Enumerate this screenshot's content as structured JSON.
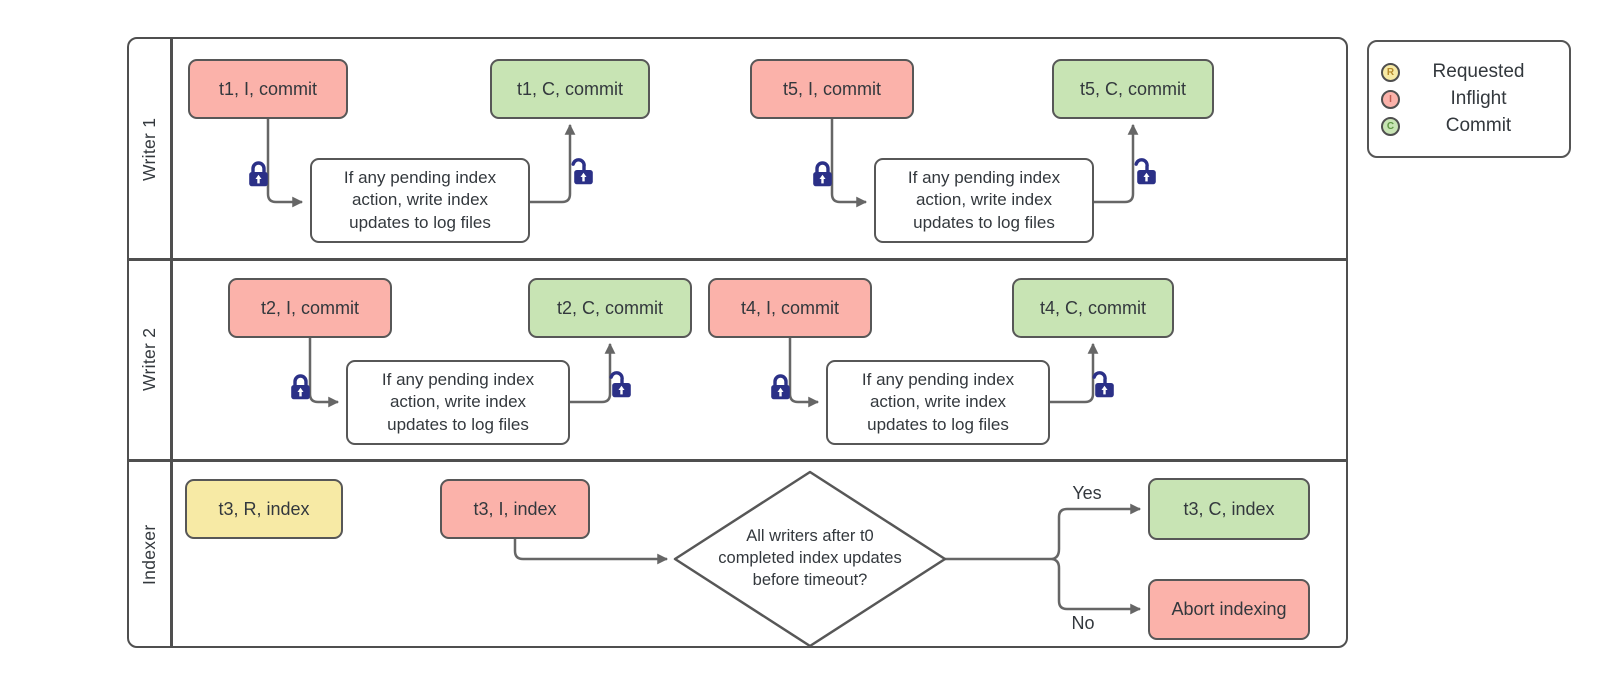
{
  "colors": {
    "inflight": "#FBB2AA",
    "commit": "#C8E4B4",
    "requested": "#F7EAA5",
    "wire": "#666666",
    "lock": "#2B3087"
  },
  "lanes": [
    {
      "label": "Writer 1"
    },
    {
      "label": "Writer 2"
    },
    {
      "label": "Indexer"
    }
  ],
  "legend": {
    "items": [
      {
        "letter": "R",
        "label": "Requested"
      },
      {
        "letter": "I",
        "label": "Inflight"
      },
      {
        "letter": "C",
        "label": "Commit"
      }
    ]
  },
  "nodes": {
    "t1_inflight": "t1, I, commit",
    "t1_commit": "t1, C, commit",
    "t5_inflight": "t5, I, commit",
    "t5_commit": "t5, C, commit",
    "t2_inflight": "t2, I, commit",
    "t2_commit": "t2, C, commit",
    "t4_inflight": "t4, I, commit",
    "t4_commit": "t4, C, commit",
    "t3_requested": "t3, R, index",
    "t3_inflight": "t3, I, index",
    "t3_commit": "t3, C, index",
    "abort": "Abort indexing"
  },
  "process_note": {
    "lines": [
      "If any pending index",
      "action, write index",
      "updates to log files"
    ]
  },
  "decision": {
    "lines": [
      "All writers after t0",
      "completed index updates",
      "before timeout?"
    ]
  },
  "branches": {
    "yes": "Yes",
    "no": "No"
  }
}
